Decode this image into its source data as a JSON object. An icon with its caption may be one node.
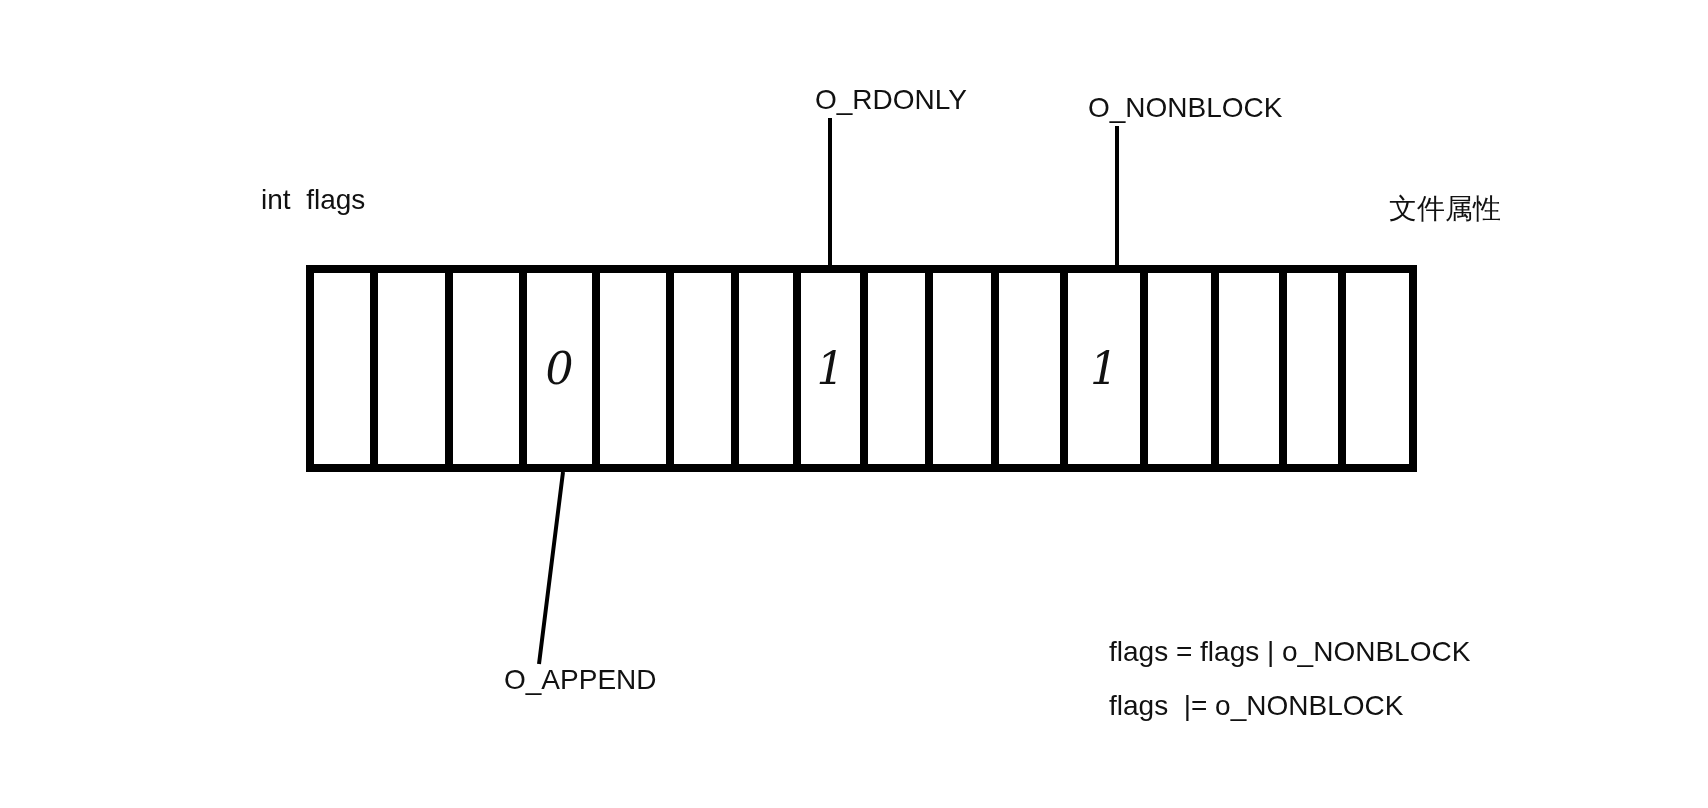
{
  "diagram": {
    "nodes": [
      {
        "text": [
          "O_RDONLY"
        ]
      },
      {
        "text": [
          "O_NONBLOCK"
        ]
      },
      {
        "text": [],
        "shape": "box"
      },
      {
        "text": [],
        "shape": "box"
      },
      {
        "text": [],
        "shape": "box"
      },
      {
        "text": [
          "0"
        ]
      },
      {
        "text": [],
        "shape": "box"
      },
      {
        "text": [],
        "shape": "box"
      },
      {
        "text": [],
        "shape": "box"
      },
      {
        "text": [
          "1"
        ]
      },
      {
        "text": [],
        "shape": "box"
      },
      {
        "text": [],
        "shape": "box"
      },
      {
        "text": [],
        "shape": "box"
      },
      {
        "text": [
          "1"
        ]
      },
      {
        "text": [],
        "shape": "box"
      },
      {
        "text": [],
        "shape": "box"
      },
      {
        "text": [],
        "shape": "box"
      },
      {
        "text": [],
        "shape": "box"
      },
      {
        "text": [
          "O_APPEND"
        ]
      }
    ],
    "edges": [
      {
        "from": 0,
        "to": 9,
        "arrow": "none"
      },
      {
        "from": 1,
        "to": 13,
        "arrow": "none"
      },
      {
        "from": 18,
        "to": 5,
        "arrow": "none"
      }
    ],
    "labels": [
      "int  flags",
      "文件属性",
      "flags = flags | o_NONBLOCK",
      "flags  |= o_NONBLOCK"
    ]
  }
}
